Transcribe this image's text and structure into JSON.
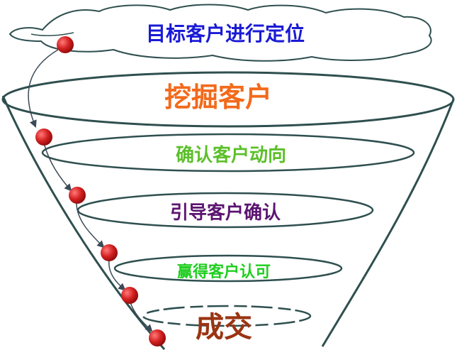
{
  "stages": [
    {
      "label": "目标客户进行定位",
      "color": "#1a1ad6"
    },
    {
      "label": "挖掘客户",
      "color": "#f26a1b"
    },
    {
      "label": "确认客户动向",
      "color": "#5cbf2a"
    },
    {
      "label": "引导客户确认",
      "color": "#5b1470"
    },
    {
      "label": "赢得客户认可",
      "color": "#1fce1f"
    },
    {
      "label": "成交",
      "color": "#9a3412"
    }
  ],
  "colors": {
    "outline": "#2f4f4f",
    "marker": "#d42020",
    "arrow": "#3b4a56",
    "cloud_fill": "#ffffff"
  }
}
